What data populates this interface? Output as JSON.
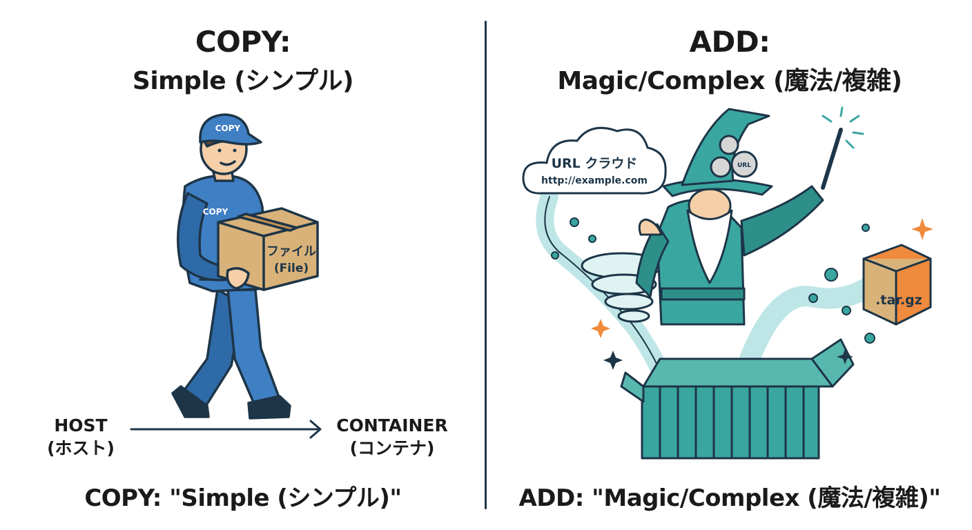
{
  "left": {
    "title": "COPY:",
    "subtitle": "Simple (シンプル)",
    "cap_text": "COPY",
    "shirt_text": "COPY",
    "box_label_jp": "ファイル",
    "box_label_en": "(File)",
    "host_label": "HOST",
    "host_label_jp": "(ホスト)",
    "container_label": "CONTAINER",
    "container_label_jp": "(コンテナ)",
    "caption": "COPY: \"Simple (シンプル)\""
  },
  "right": {
    "title": "ADD:",
    "subtitle": "Magic/Complex (魔法/複雑)",
    "cloud_title": "URL クラウド",
    "cloud_url": "http://example.com",
    "gear_text": "URL",
    "archive_label": ".tar.gz",
    "caption": "ADD: \"Magic/Complex (魔法/複雑)\""
  },
  "colors": {
    "outline": "#1d3547",
    "worker_blue": "#3f7fc4",
    "cardboard": "#d9b27a",
    "teal": "#3aa6a0",
    "teal_light": "#bfe6e6",
    "orange": "#f08a3c"
  }
}
